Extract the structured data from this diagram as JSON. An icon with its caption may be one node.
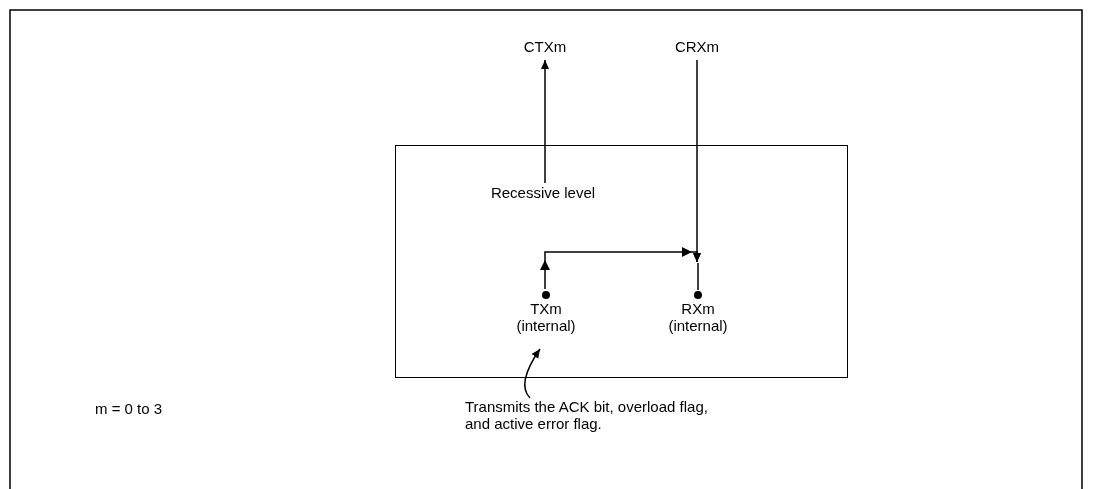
{
  "diagram": {
    "nodes": [
      {
        "text": [],
        "shape": "box"
      },
      {
        "text": [
          "CTXm"
        ]
      },
      {
        "text": [
          "CRXm"
        ]
      },
      {
        "text": [
          "Recessive level"
        ],
        "in": 0
      },
      {
        "text": [
          "TXm (internal)"
        ],
        "in": 0
      },
      {
        "text": [
          "RXm (internal)"
        ],
        "in": 0
      },
      {
        "text": [
          "Transmits the ACK bit, overload flag, and active error flag."
        ]
      }
    ],
    "edges": [
      {
        "from": 3,
        "to": 1,
        "arrow": "to"
      },
      {
        "from": 2,
        "to": 5,
        "arrow": "to"
      },
      {
        "from": 4,
        "to": 5,
        "arrow": "to"
      },
      {
        "from": 6,
        "to": 4,
        "arrow": "to"
      }
    ],
    "labels": [
      "m = 0 to 3"
    ]
  }
}
